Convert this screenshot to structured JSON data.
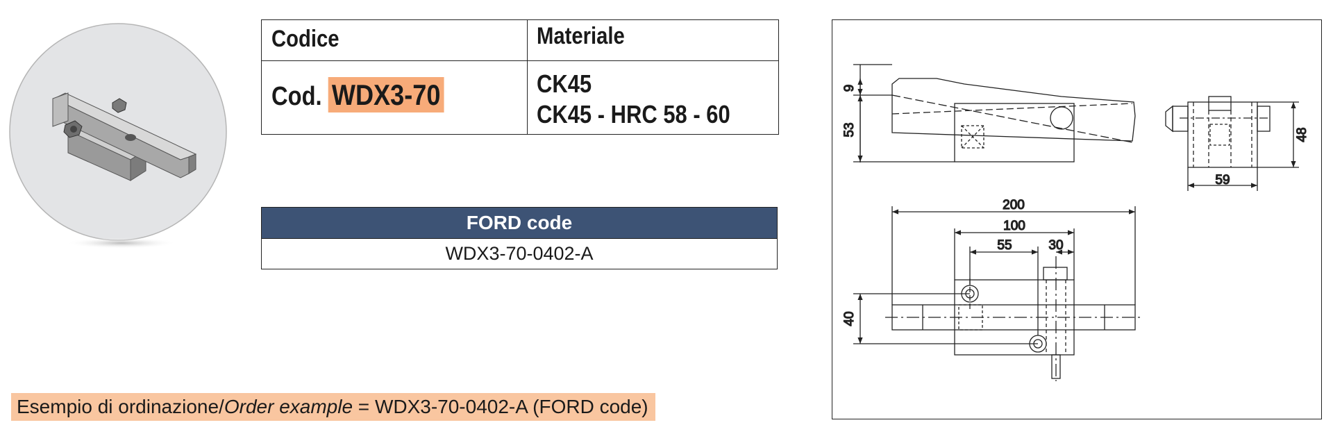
{
  "spec_table": {
    "header_code": "Codice",
    "header_material": "Materiale",
    "code_prefix": "Cod.",
    "code_value": "WDX3-70",
    "material_line1": "CK45",
    "material_line2": "CK45 - HRC 58 - 60"
  },
  "ford_table": {
    "header": "FORD code",
    "value": "WDX3-70-0402-A"
  },
  "order_example": {
    "part1": "Esempio di ordinazione/",
    "part2": "Order example",
    "part3": " = WDX3-70-0402-A (FORD code)"
  },
  "drawing": {
    "dim_9": "9",
    "dim_53": "53",
    "dim_48": "48",
    "dim_59": "59",
    "dim_200": "200",
    "dim_100": "100",
    "dim_55": "55",
    "dim_30": "30",
    "dim_40": "40"
  },
  "colors": {
    "highlight": "#f7ab79",
    "order_bar": "#f9c6a0",
    "ford_header": "#3d5375",
    "photo_bg": "#e3e4e6"
  }
}
